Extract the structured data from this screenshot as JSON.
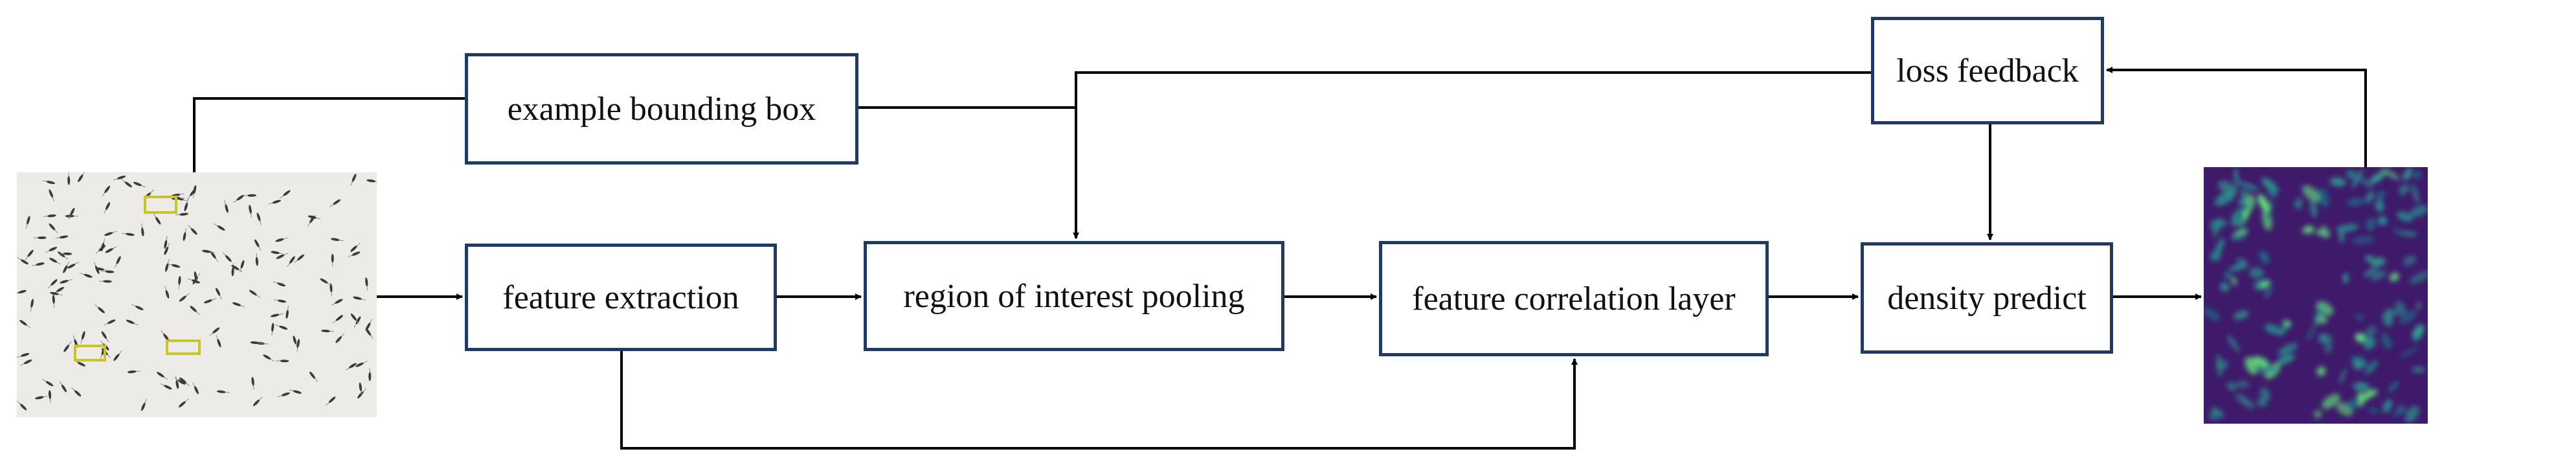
{
  "diagram": {
    "nodes": {
      "example_bounding_box": "example bounding box",
      "feature_extraction": "feature extraction",
      "roi_pooling": "region of interest pooling",
      "feature_correlation": "feature correlation layer",
      "density_predict": "density predict",
      "loss_feedback": "loss feedback"
    },
    "images": {
      "input": "fish-school-photo-with-exemplar-boxes",
      "output": "density-heatmap"
    },
    "colors": {
      "box_border": "#1f3a63",
      "arrow": "#000000",
      "input_background": "#ecebe7",
      "fish": "#3b3b3b",
      "exemplar_box": "#c9c42a",
      "heatmap_background": "#3f1a6b",
      "heatmap_mid": "#2a8c8c",
      "heatmap_high": "#5fe07a"
    },
    "edges": [
      {
        "from": "input",
        "to": "feature_extraction"
      },
      {
        "from": "input",
        "to": "example_bounding_box"
      },
      {
        "from": "example_bounding_box",
        "to": "roi_pooling"
      },
      {
        "from": "feature_extraction",
        "to": "roi_pooling"
      },
      {
        "from": "feature_extraction",
        "to": "feature_correlation"
      },
      {
        "from": "roi_pooling",
        "to": "feature_correlation"
      },
      {
        "from": "feature_correlation",
        "to": "density_predict"
      },
      {
        "from": "density_predict",
        "to": "output"
      },
      {
        "from": "output",
        "to": "loss_feedback"
      },
      {
        "from": "loss_feedback",
        "to": "density_predict"
      },
      {
        "from": "loss_feedback",
        "to": "roi_pooling"
      }
    ]
  }
}
